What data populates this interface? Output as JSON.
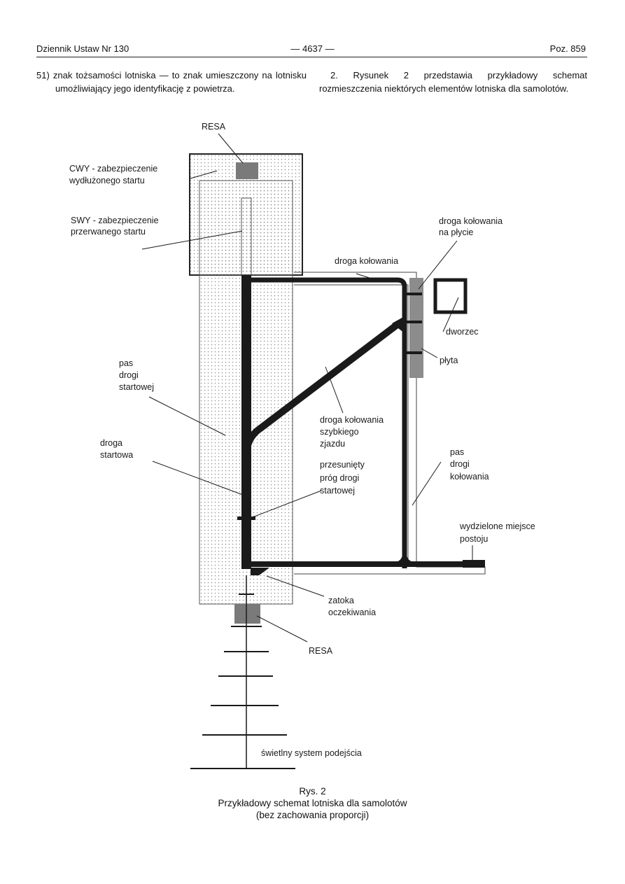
{
  "header": {
    "journal": "Dziennik Ustaw Nr 130",
    "page_number": "— 4637 —",
    "position": "Poz. 859"
  },
  "left_column": {
    "item": "51) znak tożsamości lotniska — to znak umieszczony na lotnisku umożliwiający jego identyfikację z powietrza."
  },
  "right_column": {
    "paragraph": "2. Rysunek 2 przedstawia przykładowy schemat rozmieszczenia niektórych elementów lotniska dla samolotów."
  },
  "figure": {
    "labels": {
      "resa_top": "RESA",
      "cwy_1": "CWY - zabezpieczenie",
      "cwy_2": "wydłużonego startu",
      "swy_1": "SWY - zabezpieczenie",
      "swy_2": "przerwanego startu",
      "taxiway": "droga kołowania",
      "apron_taxiway_1": "droga kołowania",
      "apron_taxiway_2": "na płycie",
      "terminal": "dworzec",
      "apron": "płyta",
      "strip_1": "pas",
      "strip_2": "drogi",
      "strip_3": "startowej",
      "runway_1": "droga",
      "runway_2": "startowa",
      "rapid_exit_1": "droga kołowania",
      "rapid_exit_2": "szybkiego",
      "rapid_exit_3": "zjazdu",
      "threshold_1": "przesunięty",
      "threshold_2": "próg drogi",
      "threshold_3": "startowej",
      "taxi_strip_1": "pas",
      "taxi_strip_2": "drogi",
      "taxi_strip_3": "kołowania",
      "stand_1": "wydzielone miejsce",
      "stand_2": "postoju",
      "holding_bay_1": "zatoka",
      "holding_bay_2": "oczekiwania",
      "resa_bottom": "RESA",
      "approach_lights": "świetlny system podejścia"
    }
  },
  "caption": {
    "line1": "Rys. 2",
    "line2": "Przykładowy schemat lotniska dla samolotów",
    "line3": "(bez zachowania proporcji)"
  },
  "colors": {
    "ink": "#111111",
    "dark_fill": "#1a1a1a",
    "resa_fill": "#7a7a7a",
    "apron_fill": "#8c8c8c"
  }
}
